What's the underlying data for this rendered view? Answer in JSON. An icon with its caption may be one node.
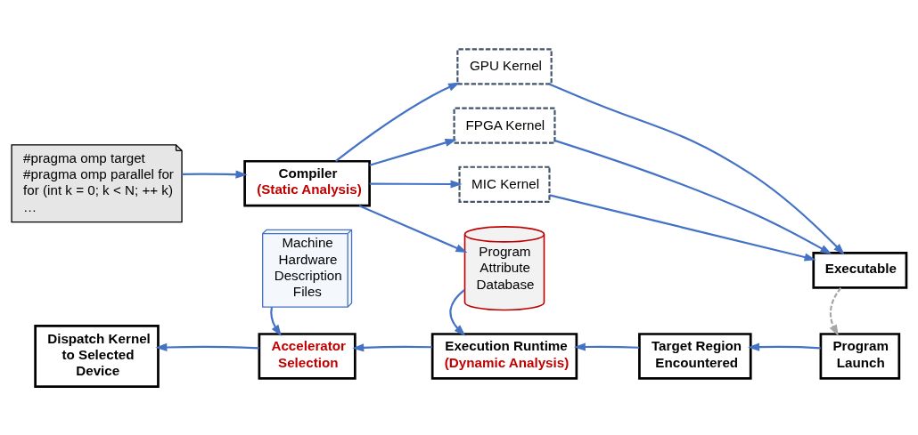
{
  "diagram": {
    "nodes": [
      {
        "text": [
          "#pragma omp target",
          "#pragma omp parallel for",
          "for (int k = 0; k < N; ++ k)",
          "…"
        ]
      },
      {
        "text": [
          "Compiler",
          "(Static Analysis)"
        ]
      },
      {
        "text": [
          "GPU Kernel"
        ]
      },
      {
        "text": [
          "FPGA Kernel"
        ]
      },
      {
        "text": [
          "MIC Kernel"
        ]
      },
      {
        "text": [
          "Executable"
        ]
      },
      {
        "text": [
          "Machine Hardware Description Files"
        ]
      },
      {
        "text": [
          "Program Attribute Database"
        ]
      },
      {
        "text": [
          "Dispatch Kernel to Selected Device"
        ]
      },
      {
        "text": [
          "Accelerator Selection"
        ]
      },
      {
        "text": [
          "Execution Runtime",
          "(Dynamic Analysis)"
        ]
      },
      {
        "text": [
          "Target Region Encountered"
        ]
      },
      {
        "text": [
          "Program Launch"
        ]
      }
    ],
    "edges": [
      {
        "from": 0,
        "to": 1,
        "arrow": "to"
      },
      {
        "from": 1,
        "to": 2,
        "arrow": "to"
      },
      {
        "from": 1,
        "to": 3,
        "arrow": "to"
      },
      {
        "from": 1,
        "to": 4,
        "arrow": "to"
      },
      {
        "from": 2,
        "to": 5,
        "arrow": "to"
      },
      {
        "from": 3,
        "to": 5,
        "arrow": "to"
      },
      {
        "from": 4,
        "to": 5,
        "arrow": "to"
      },
      {
        "from": 1,
        "to": 7,
        "arrow": "to"
      },
      {
        "from": 5,
        "to": 12,
        "arrow": "to",
        "style": "dashed",
        "color": "#a6a6a6"
      },
      {
        "from": 6,
        "to": 9,
        "arrow": "to"
      },
      {
        "from": 7,
        "to": 10,
        "arrow": "to"
      },
      {
        "from": 12,
        "to": 11,
        "arrow": "to"
      },
      {
        "from": 11,
        "to": 10,
        "arrow": "to"
      },
      {
        "from": 10,
        "to": 9,
        "arrow": "to"
      },
      {
        "from": 9,
        "to": 8,
        "arrow": "to"
      }
    ]
  }
}
